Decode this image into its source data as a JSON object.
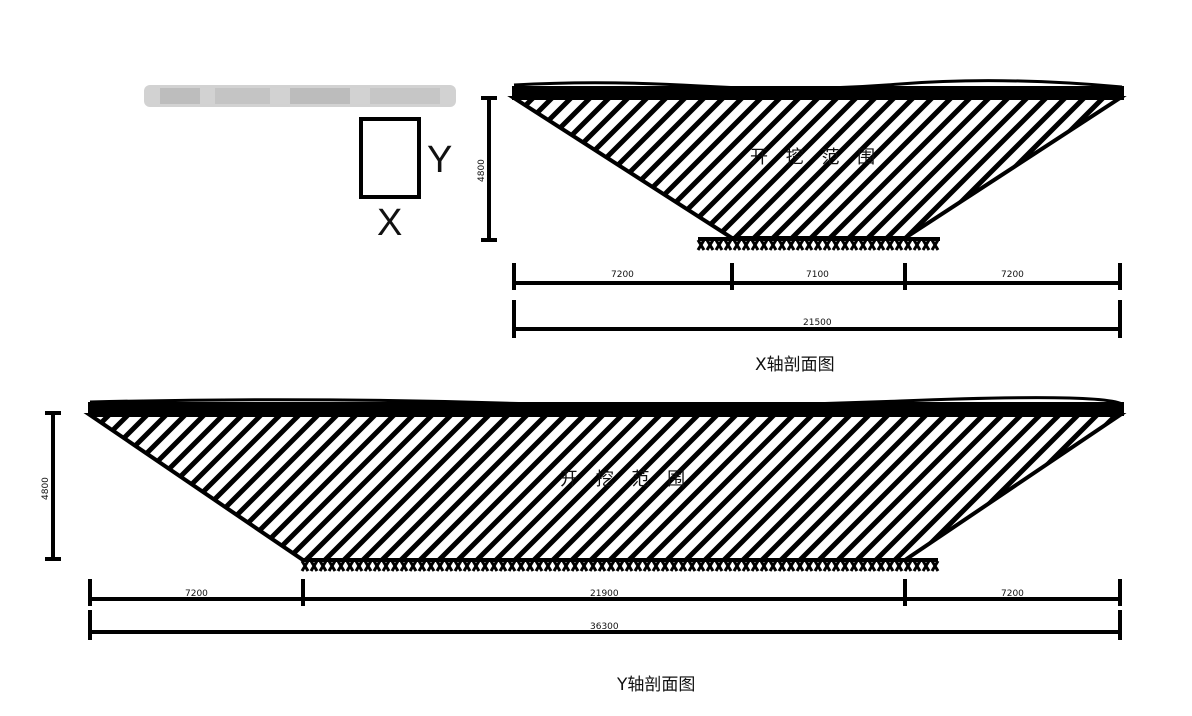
{
  "axis_key": {
    "x_letter": "X",
    "y_letter": "Y"
  },
  "section_x": {
    "area_label": "开 挖 范 围",
    "depth": "4800",
    "segments": [
      "7200",
      "7100",
      "7200"
    ],
    "total": "21500",
    "caption": "X轴剖面图"
  },
  "section_y": {
    "area_label": "开 挖 范 围",
    "depth": "4800",
    "segments": [
      "7200",
      "21900",
      "7200"
    ],
    "total": "36300",
    "caption": "Y轴剖面图"
  },
  "colors": {
    "ink": "#000000",
    "blur": "#c9c9c9"
  }
}
